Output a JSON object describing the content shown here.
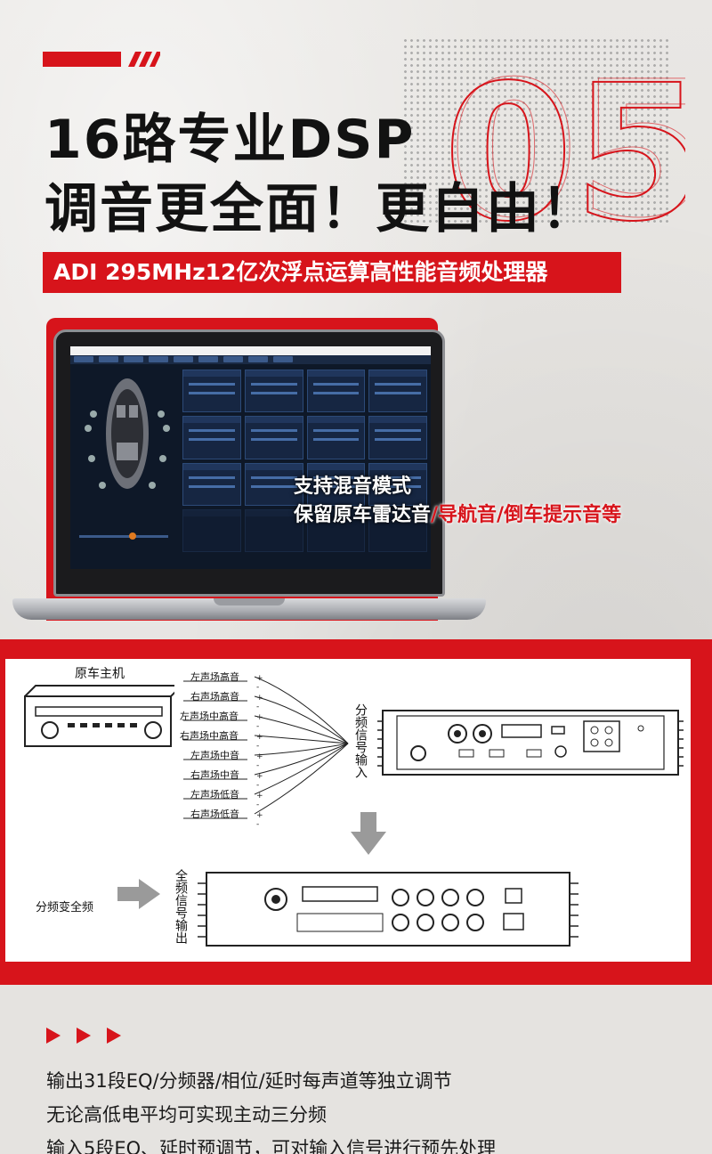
{
  "header": {
    "title_line1": "16路专业DSP",
    "title_line2": "调音更全面！更自由！",
    "big_number": "05",
    "banner": "ADI 295MHz12亿次浮点运算高性能音频处理器"
  },
  "laptop": {
    "overlay_line1": "支持混音模式",
    "overlay_line2_white": "保留原车雷达音",
    "overlay_line2_red": "/导航音/倒车提示音等"
  },
  "diagram": {
    "head_unit_label": "原车主机",
    "channels": [
      "左声场高音",
      "右声场高音",
      "左声场中高音",
      "右声场中高音",
      "左声场中音",
      "右声场中音",
      "左声场低音",
      "右声场低音"
    ],
    "input_vertical": "分频信号输入",
    "output_vertical": "全频信号输出",
    "conversion_label": "分频变全频"
  },
  "features": [
    "输出31段EQ/分频器/相位/延时每声道等独立调节",
    "无论高低电平均可实现主动三分频",
    "输入5段EQ、延时预调节，可对输入信号进行预先处理"
  ],
  "colors": {
    "accent": "#d7141b",
    "background": "#e4e2df"
  }
}
